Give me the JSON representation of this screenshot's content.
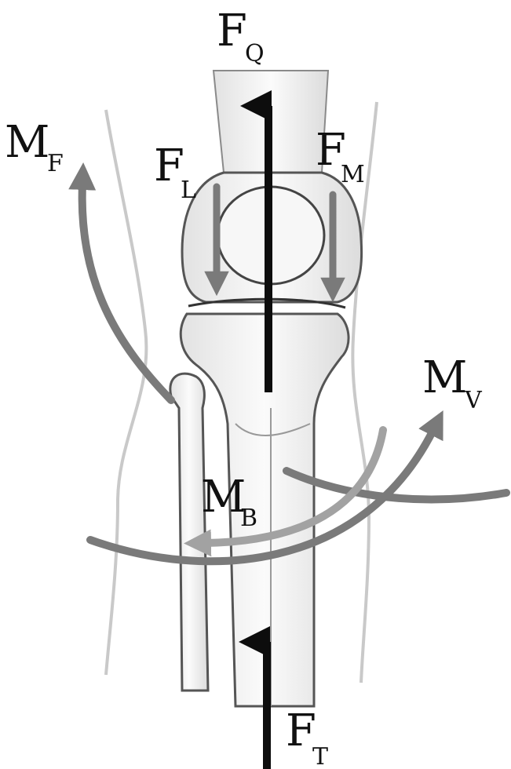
{
  "labels": {
    "FQ": {
      "main": "F",
      "sub": "Q"
    },
    "FL": {
      "main": "F",
      "sub": "L"
    },
    "FM": {
      "main": "F",
      "sub": "M"
    },
    "MF": {
      "main": "M",
      "sub": "F"
    },
    "MV": {
      "main": "M",
      "sub": "V"
    },
    "MB": {
      "main": "M",
      "sub": "B"
    },
    "FT": {
      "main": "F",
      "sub": "T"
    }
  },
  "colors": {
    "force_black": "#0d0d0d",
    "arrow_gray": "#7a7a7a",
    "arrow_light_gray": "#a2a2a2",
    "bone_outline": "#555555",
    "bone_fill": "#f3f3f3",
    "skin_outline": "#c9c9c9"
  }
}
